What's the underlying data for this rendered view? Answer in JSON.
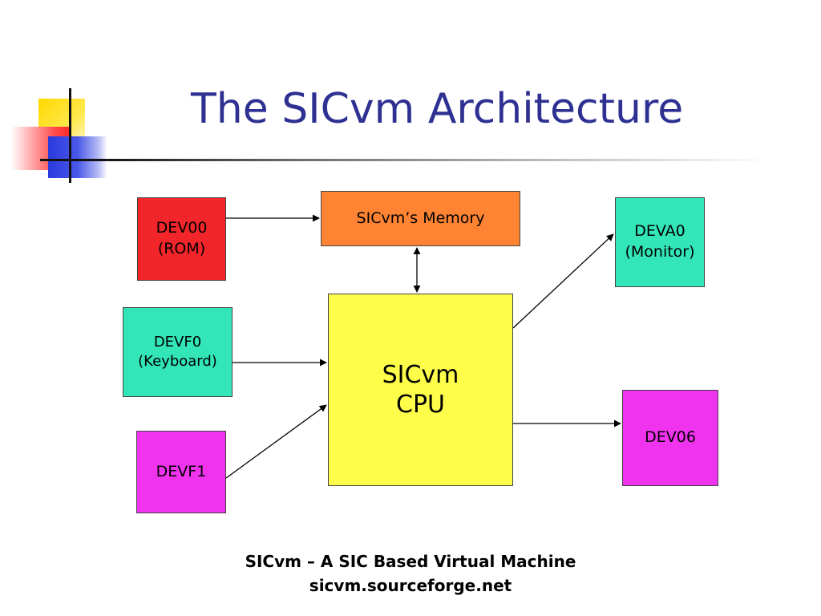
{
  "title": "The SICvm Architecture",
  "boxes": {
    "dev00": [
      "DEV00",
      "(ROM)"
    ],
    "devf0": [
      "DEVF0",
      "(Keyboard)"
    ],
    "devf1": [
      "DEVF1"
    ],
    "memory": [
      "SICvm’s Memory"
    ],
    "cpu": [
      "SICvm",
      "CPU"
    ],
    "deva0": [
      "DEVA0",
      "(Monitor)"
    ],
    "dev06": [
      "DEV06"
    ]
  },
  "footer": {
    "line1": "SICvm – A SIC Based Virtual Machine",
    "line2": "sicvm.sourceforge.net"
  },
  "colors": {
    "title": "#2e3192",
    "rom": "#f2262a",
    "teal": "#33e6b8",
    "magenta": "#ef33ee",
    "memory": "#fe8433",
    "cpu": "#fefe4a"
  }
}
